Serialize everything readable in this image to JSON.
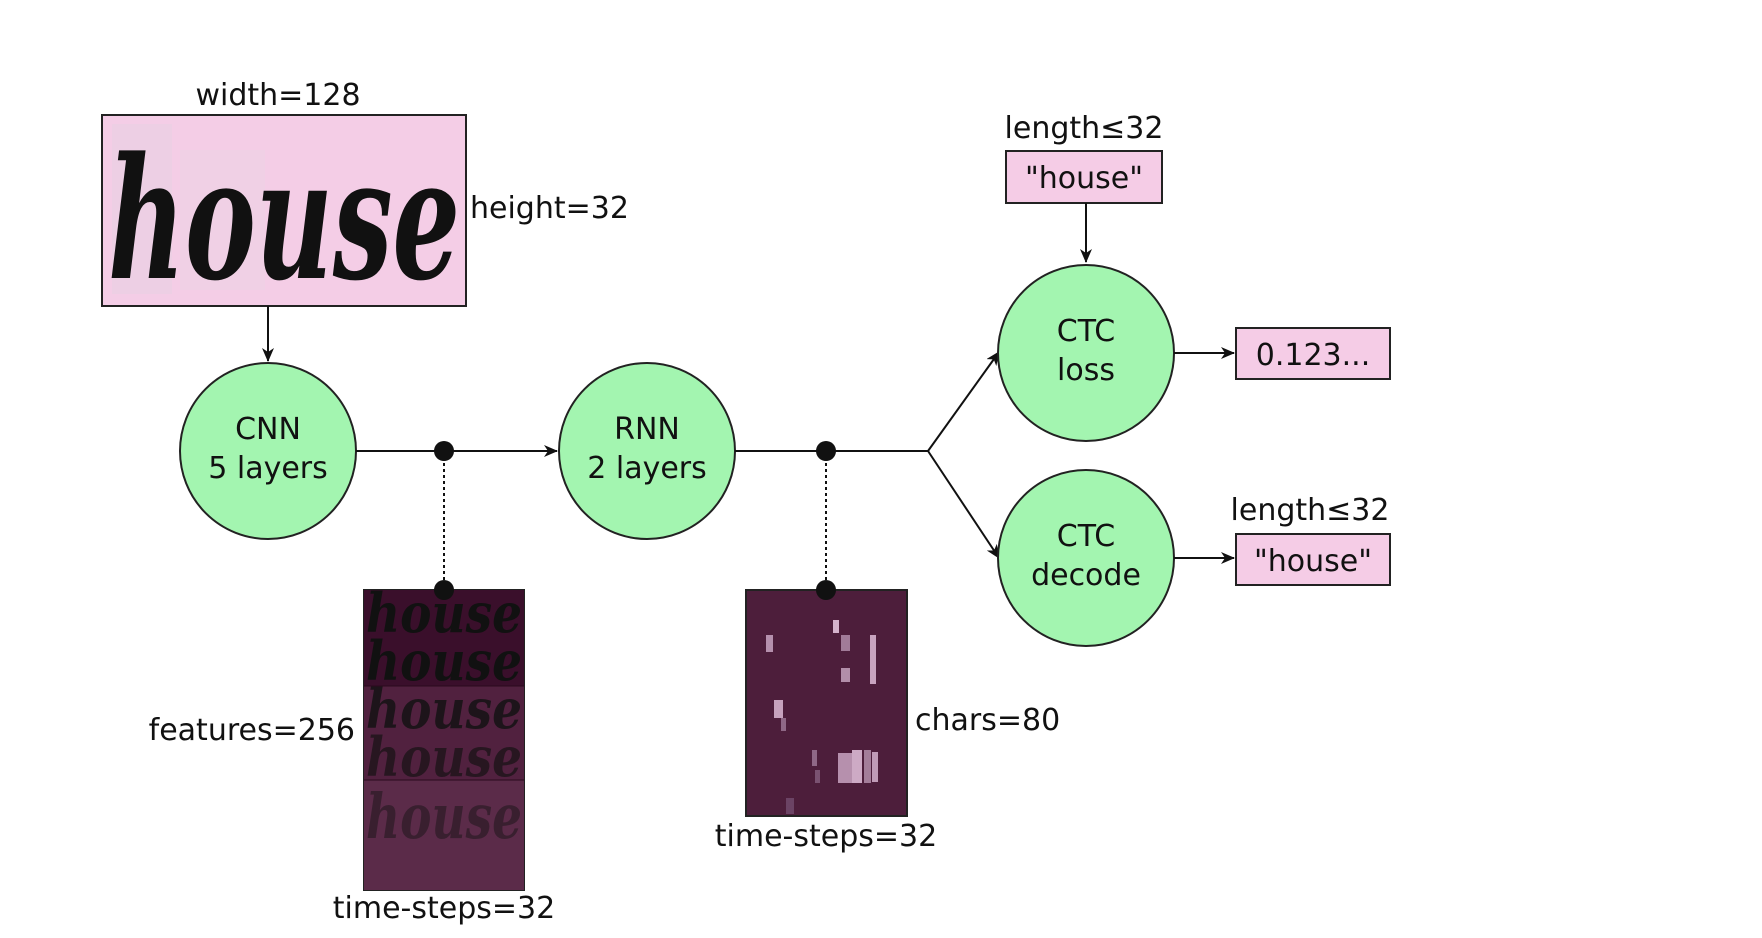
{
  "input_image": {
    "word": "house",
    "width_label": "width=128",
    "height_label": "height=32"
  },
  "nodes": {
    "cnn": {
      "line1": "CNN",
      "line2": "5 layers"
    },
    "rnn": {
      "line1": "RNN",
      "line2": "2 layers"
    },
    "ctc_loss": {
      "line1": "CTC",
      "line2": "loss"
    },
    "ctc_decode": {
      "line1": "CTC",
      "line2": "decode"
    }
  },
  "cnn_output": {
    "features_label": "features=256",
    "time_label": "time-steps=32"
  },
  "rnn_output": {
    "chars_label": "chars=80",
    "time_label": "time-steps=32"
  },
  "ground_truth": {
    "length_label": "length≤32",
    "text": "\"house\""
  },
  "loss_output": {
    "value": "0.123..."
  },
  "decode_output": {
    "length_label": "length≤32",
    "text": "\"house\""
  },
  "colors": {
    "node_fill": "#a3f5b0",
    "box_fill": "#f5cce6",
    "feature_map": "#4f1f3a",
    "line": "#111111"
  }
}
